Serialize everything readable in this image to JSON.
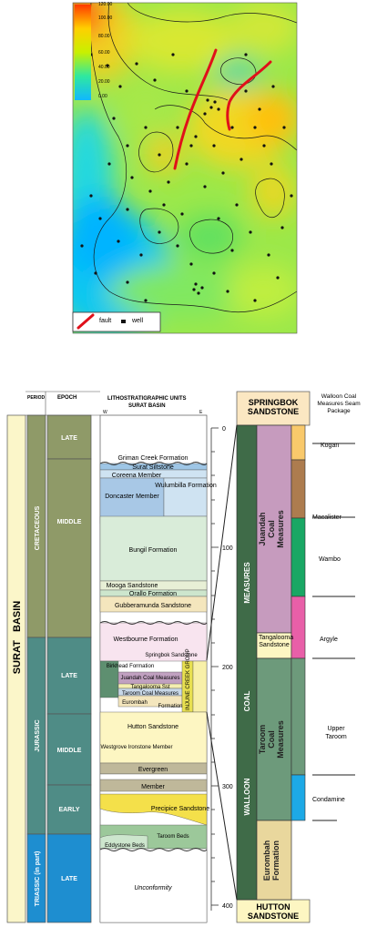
{
  "map": {
    "colorbar": [
      "120.00",
      "100.00",
      "80.00",
      "60.00",
      "40.00",
      "20.00",
      "0.00"
    ],
    "legend": {
      "fault": "fault",
      "well": "well"
    }
  },
  "column": {
    "period_header": "PERIOD",
    "epoch_header": "EPOCH",
    "units_header_1": "LITHOSTRATIGRAPHIC UNITS",
    "units_header_2": "SURAT BASIN",
    "west": "W",
    "east": "E",
    "basin": "SURAT   BASIN",
    "periods": [
      "CRETACEOUS",
      "JURASSIC",
      "TRIASSIC (in part)"
    ],
    "epochs": [
      "LATE",
      "MIDDLE",
      "LATE",
      "MIDDLE",
      "EARLY",
      "LATE"
    ],
    "units": [
      "Griman Creek Formation",
      "Surat Siltstone",
      "Coreena Member",
      "Wulumbilla Formation",
      "Doncaster Member",
      "Bungil Formation",
      "Mooga Sandstone",
      "Orallo Formation",
      "Gubberamunda Sandstone",
      "Westbourne Formation",
      "Birkhead Formation",
      "Springbok Sandstone",
      "Juandah Coal Measures",
      "Tangalooma Sst",
      "Taroom Coal Measures",
      "Eurombah",
      "Formation",
      "INJUNE CREEK GROUP",
      "Hutton Sandstone",
      "Westgrove Ironstone Member",
      "Evergreen",
      "Member",
      "Precipice Sandstone",
      "Eddystone Beds",
      "Taroom Beds",
      "Unconformity"
    ],
    "depth_ticks": [
      "0",
      "100",
      "200",
      "300",
      "400"
    ]
  },
  "detail": {
    "top": "SPRINGBOK SANDSTONE",
    "bottom": "HUTTON SANDSTONE",
    "walloon": "WALLOON",
    "coal": "COAL",
    "measures": "MEASURES",
    "juandah": "Juandah Coal Measures",
    "tangalooma": "Tangalooma Sandstone",
    "taroom": "Taroom Coal Measures",
    "eurombah": "Eurombah Formation",
    "seam_header": "Walloon Coal Measures Seam Package",
    "seams": [
      "Kogan",
      "Macalister",
      "Wambo",
      "Argyle",
      "Upper Taroom",
      "Condamine"
    ]
  }
}
